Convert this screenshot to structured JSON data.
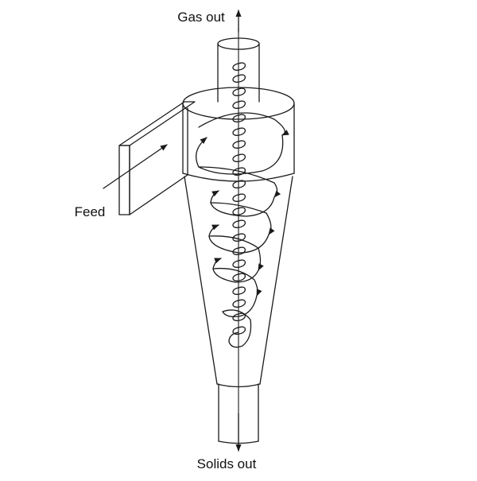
{
  "labels": {
    "gas_out": "Gas out",
    "feed": "Feed",
    "solids_out": "Solids out"
  },
  "colors": {
    "line": "#1a1a1a",
    "background": "#ffffff"
  }
}
